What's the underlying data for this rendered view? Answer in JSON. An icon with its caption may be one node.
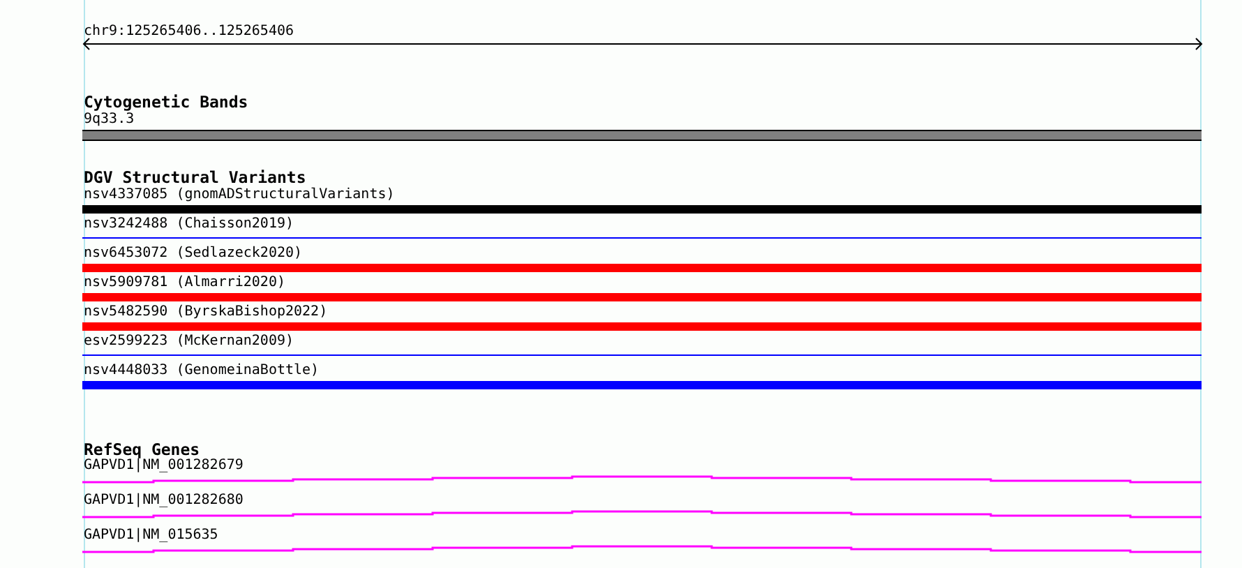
{
  "diagram": {
    "nodes": [
      {
        "text": [
          "9q33.3"
        ]
      },
      {
        "text": [
          "nsv4337085 (gnomADStructuralVariants)"
        ]
      },
      {
        "text": [
          "nsv3242488 (Chaisson2019)"
        ]
      },
      {
        "text": [
          "nsv6453072 (Sedlazeck2020)"
        ]
      },
      {
        "text": [
          "nsv5909781 (Almarri2020)"
        ]
      },
      {
        "text": [
          "nsv5482590 (ByrskaBishop2022)"
        ]
      },
      {
        "text": [
          "esv2599223 (McKernan2009)"
        ]
      },
      {
        "text": [
          "nsv4448033 (GenomeinaBottle)"
        ]
      },
      {
        "text": [
          "GAPVD1|NM_001282679"
        ]
      },
      {
        "text": [
          "GAPVD1|NM_001282680"
        ]
      },
      {
        "text": [
          "GAPVD1|NM_015635"
        ]
      }
    ],
    "labels": [
      "chr9:125265406..125265406",
      "Cytogenetic Bands",
      "DGV Structural Variants",
      "RefSeq Genes"
    ]
  }
}
